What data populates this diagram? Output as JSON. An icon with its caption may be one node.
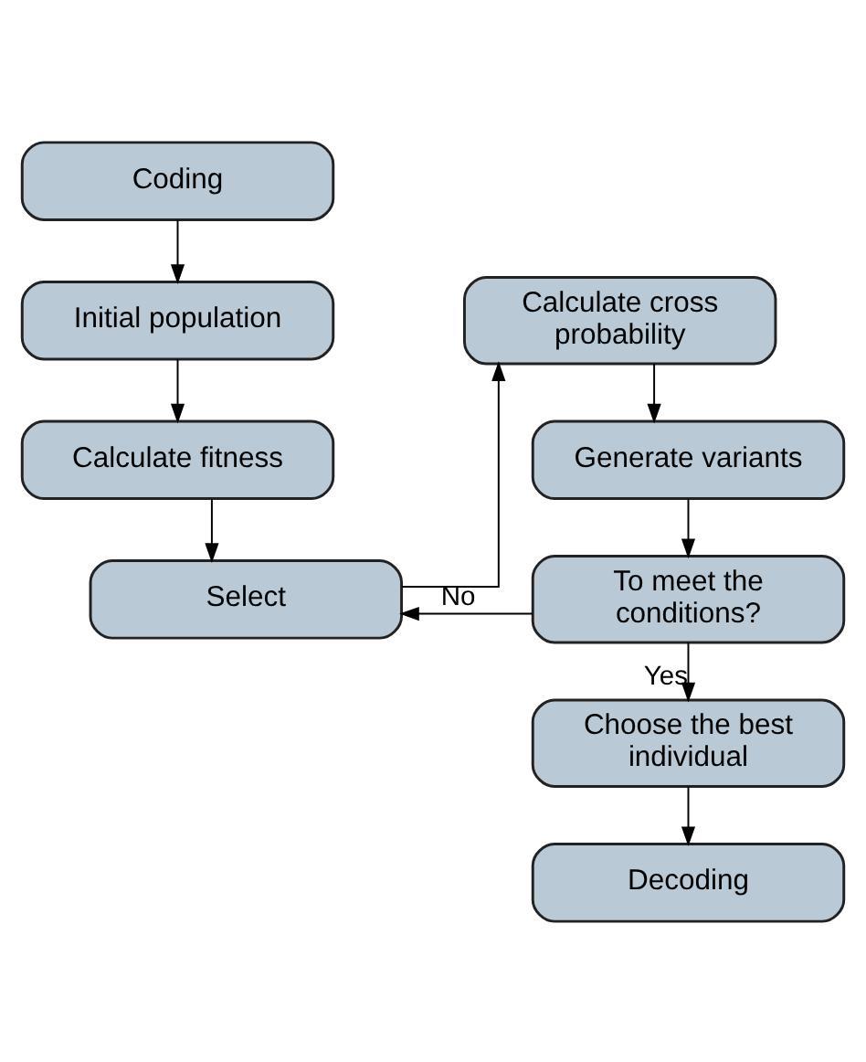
{
  "diagram": {
    "nodes": [
      {
        "text": [
          "Coding"
        ]
      },
      {
        "text": [
          "Initial population"
        ]
      },
      {
        "text": [
          "Calculate fitness"
        ]
      },
      {
        "text": [
          "Select"
        ]
      },
      {
        "text": [
          "Calculate cross probability"
        ]
      },
      {
        "text": [
          "Generate variants"
        ]
      },
      {
        "text": [
          "To meet the conditions?"
        ]
      },
      {
        "text": [
          "Choose the best individual"
        ]
      },
      {
        "text": [
          "Decoding"
        ]
      }
    ],
    "edges": [
      {
        "from": 0,
        "to": 1,
        "arrow": "to"
      },
      {
        "from": 1,
        "to": 2,
        "arrow": "to"
      },
      {
        "from": 2,
        "to": 3,
        "arrow": "to"
      },
      {
        "from": 3,
        "to": 4,
        "arrow": "to"
      },
      {
        "from": 4,
        "to": 5,
        "arrow": "to"
      },
      {
        "from": 5,
        "to": 6,
        "arrow": "to"
      },
      {
        "from": 6,
        "to": 3,
        "arrow": "to",
        "label": "No"
      },
      {
        "from": 6,
        "to": 7,
        "arrow": "to",
        "label": "Yes"
      },
      {
        "from": 7,
        "to": 8,
        "arrow": "to"
      }
    ]
  }
}
